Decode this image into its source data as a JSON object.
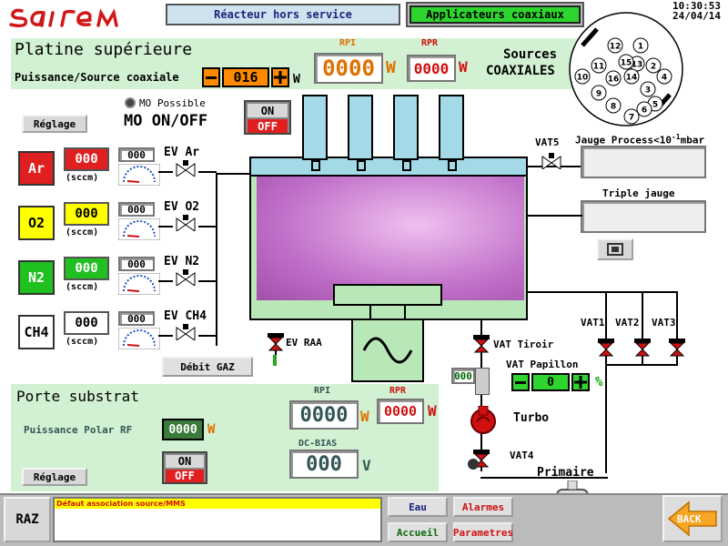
{
  "header": {
    "logo": "Sairem",
    "status_left": "Réacteur hors service",
    "status_right": "Applicateurs coaxiaux",
    "time": "10:30:53",
    "date": "24/04/14"
  },
  "top_panel": {
    "title": "Platine supérieure",
    "power_label": "Puissance/Source coaxiale",
    "power_value": "016",
    "minus": "-",
    "plus": "+",
    "unit_w": "W",
    "rpi_label": "RPI",
    "rpi_value": "0000",
    "rpr_label": "RPR",
    "rpr_value": "0000",
    "sources_title_1": "Sources",
    "sources_title_2": "COAXIALES",
    "reglage": "Réglage",
    "mo_possible": "MO Possible",
    "mo_label": "MO ON/OFF",
    "on": "ON",
    "off": "OFF"
  },
  "sources": [
    "1",
    "2",
    "3",
    "4",
    "5",
    "6",
    "7",
    "8",
    "9",
    "10",
    "11",
    "12",
    "13",
    "14",
    "15",
    "16"
  ],
  "gases": [
    {
      "name": "Ar",
      "value": "000",
      "setpoint": "000",
      "valve": "EV Ar",
      "color": "#e02020",
      "valcolor": "#e02020",
      "textcolor": "#fff"
    },
    {
      "name": "O2",
      "value": "000",
      "setpoint": "000",
      "valve": "EV O2",
      "color": "#ffff00",
      "valcolor": "#ffff00",
      "textcolor": "#000"
    },
    {
      "name": "N2",
      "value": "000",
      "setpoint": "000",
      "valve": "EV N2",
      "color": "#20c020",
      "valcolor": "#20c020",
      "textcolor": "#fff"
    },
    {
      "name": "CH4",
      "value": "000",
      "setpoint": "000",
      "valve": "EV CH4",
      "color": "#ffffff",
      "valcolor": "#ffffff",
      "textcolor": "#000"
    }
  ],
  "sccm": "(sccm)",
  "debit_gaz": "Débit GAZ",
  "reactor": {
    "vat5": "VAT5",
    "jauge_process": "Jauge Process<10",
    "jauge_exp": "-1",
    "jauge_unit": "mbar",
    "triple_jauge": "Triple jauge",
    "ev_raa": "EV RAA",
    "vat_tiroir": "VAT Tiroir",
    "vat_papillon": "VAT Papillon",
    "papillon_value": "0",
    "papillon_left": "000",
    "pct": "%",
    "turbo": "Turbo",
    "vat4": "VAT4",
    "primaire": "Primaire",
    "vat1": "VAT1",
    "vat2": "VAT2",
    "vat3": "VAT3"
  },
  "substrate": {
    "title": "Porte substrat",
    "polar_label": "Puissance Polar RF",
    "polar_value": "0000",
    "unit_w": "W",
    "rpi_label": "RPI",
    "rpi_value": "0000",
    "rpr_label": "RPR",
    "rpr_value": "0000",
    "dcbias_label": "DC-BIAS",
    "dcbias_value": "000",
    "unit_v": "V",
    "on": "ON",
    "off": "OFF",
    "reglage": "Réglage"
  },
  "footer": {
    "raz": "RAZ",
    "alarm_text": "Défaut association source/MMS",
    "eau": "Eau",
    "alarmes": "Alarmes",
    "accueil": "Accueil",
    "parametres": "Parametres",
    "back": "BACK"
  },
  "colors": {
    "panel_green": "#d2f0d2",
    "tube_blue": "#a4d9e8",
    "plasma": "#c070c8",
    "valve_red": "#d01010",
    "rpr_red": "#d01010",
    "rpi_orange": "#e07000"
  }
}
